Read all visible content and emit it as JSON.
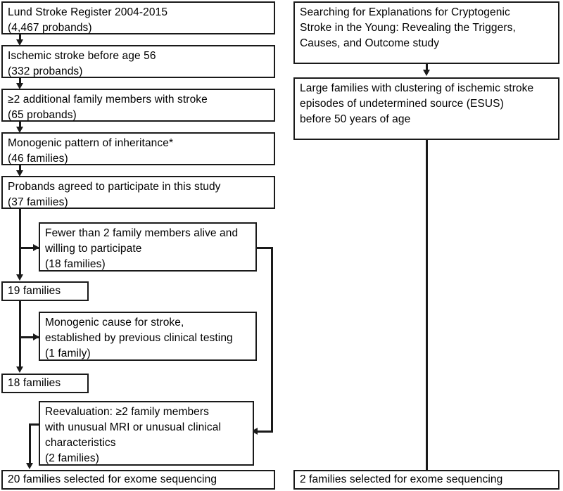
{
  "diagram": {
    "type": "flowchart",
    "title": "",
    "stroke_color": "#1a1a1a",
    "background_color": "#ffffff",
    "columns": [
      {
        "name": "lund-stroke-register-cohort",
        "nodes": [
          {
            "id": "lsr",
            "label": "Lund Stroke Register 2004-2015\n(4,467 probands)"
          },
          {
            "id": "ischemic56",
            "label": "Ischemic stroke before age 56\n(332 probands)"
          },
          {
            "id": "family-members",
            "label": "≥2 additional family members with stroke\n(65 probands)"
          },
          {
            "id": "monogenic",
            "label": "Monogenic pattern of inheritance*\n(46 families)"
          },
          {
            "id": "agreed",
            "label": "Probands agreed to participate in this study\n(37 families)"
          },
          {
            "id": "excl-fewer",
            "label": "Fewer than 2 family members alive and\nwilling to participate\n(18 families)"
          },
          {
            "id": "n19",
            "label": "19 families"
          },
          {
            "id": "excl-monogenic",
            "label": "Monogenic cause for stroke,\nestablished by previous clinical testing\n(1 family)"
          },
          {
            "id": "n18",
            "label": "18 families"
          },
          {
            "id": "reevaluation",
            "label": "Reevaluation: ≥2 family members\nwith unusual MRI or unusual clinical\ncharacteristics\n(2 families)"
          },
          {
            "id": "final-left",
            "label": "20 families selected for exome sequencing"
          }
        ]
      },
      {
        "name": "secryptos-cohort",
        "nodes": [
          {
            "id": "secryptos",
            "label": "Searching for Explanations for Cryptogenic\nStroke in the Young: Revealing the Triggers,\nCauses, and Outcome study"
          },
          {
            "id": "large-fam",
            "label": "Large families with clustering of ischemic stroke\nepisodes of undetermined source (ESUS)\nbefore 50 years of age"
          },
          {
            "id": "final-right",
            "label": "2 families selected for exome sequencing"
          }
        ]
      }
    ]
  }
}
